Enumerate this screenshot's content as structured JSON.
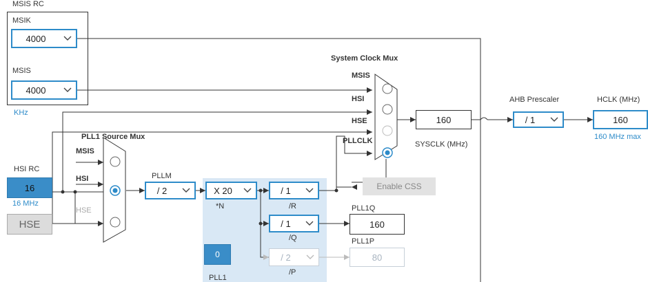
{
  "msis_rc": {
    "title": "MSIS RC",
    "msik_label": "MSIK",
    "msik_value": "4000",
    "msis_label": "MSIS",
    "msis_value": "4000",
    "unit": "KHz"
  },
  "hsi_rc": {
    "title": "HSI RC",
    "value": "16",
    "freq": "16 MHz"
  },
  "hse": {
    "label": "HSE"
  },
  "pll1_source_mux": {
    "title": "PLL1 Source Mux",
    "inputs": [
      "MSIS",
      "HSI",
      "HSE"
    ]
  },
  "pllm": {
    "label": "PLLM",
    "value": "/ 2"
  },
  "pll1": {
    "n_value": "X 20",
    "n_label": "*N",
    "r_value": "/ 1",
    "r_label": "/R",
    "q_value": "/ 1",
    "q_label": "/Q",
    "p_value": "/ 2",
    "p_label": "/P",
    "block_value": "0",
    "block_label": "PLL1",
    "pll1q_label": "PLL1Q",
    "pll1q_value": "160",
    "pll1p_label": "PLL1P",
    "pll1p_value": "80"
  },
  "system_clock_mux": {
    "title": "System Clock Mux",
    "inputs": [
      "MSIS",
      "HSI",
      "HSE",
      "PLLCLK"
    ]
  },
  "enable_css": "Enable CSS",
  "sysclk": {
    "value": "160",
    "label": "SYSCLK (MHz)"
  },
  "ahb": {
    "label": "AHB Prescaler",
    "value": "/ 1"
  },
  "hclk": {
    "label": "HCLK (MHz)",
    "value": "160",
    "max": "160 MHz max"
  },
  "colors": {
    "accent": "#2d8bc9",
    "selected_fill": "#3a8dc8",
    "pll_bg": "#d9e8f5"
  }
}
